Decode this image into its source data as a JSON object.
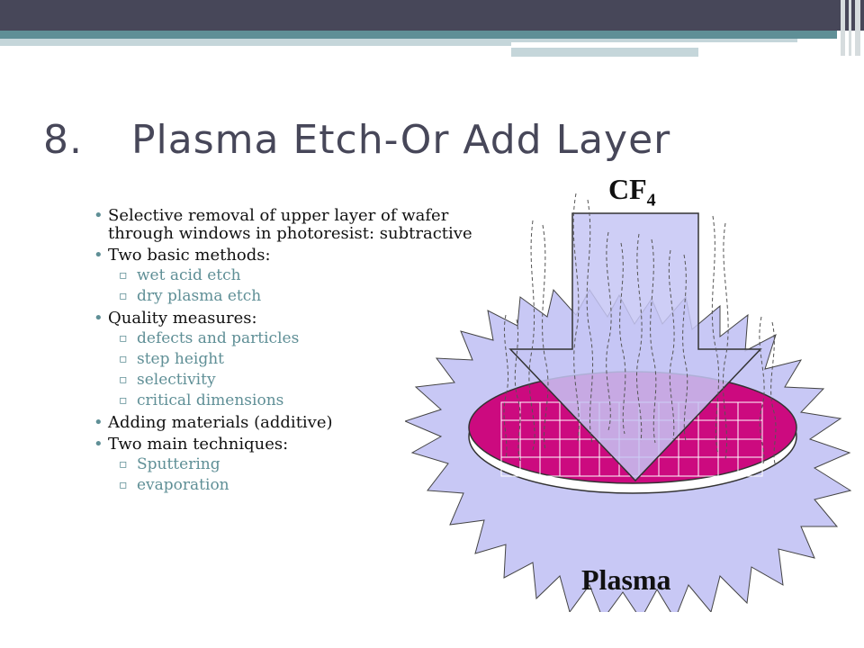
{
  "slide": {
    "number": "8.",
    "title": "Plasma Etch-Or Add Layer"
  },
  "bullets": [
    {
      "level": 1,
      "text": "Selective removal of upper layer of wafer through windows in photoresist: subtractive"
    },
    {
      "level": 1,
      "text": "Two basic methods:"
    },
    {
      "level": 2,
      "text": "wet acid etch"
    },
    {
      "level": 2,
      "text": "dry plasma etch"
    },
    {
      "level": 1,
      "text": "Quality measures:"
    },
    {
      "level": 2,
      "text": "defects and particles"
    },
    {
      "level": 2,
      "text": "step height"
    },
    {
      "level": 2,
      "text": "selectivity"
    },
    {
      "level": 2,
      "text": "critical dimensions"
    },
    {
      "level": 1,
      "text": "Adding materials (additive)"
    },
    {
      "level": 1,
      "text": "Two main techniques:"
    },
    {
      "level": 2,
      "text": "Sputtering"
    },
    {
      "level": 2,
      "text": "evaporation"
    }
  ],
  "diagram": {
    "gas_label_main": "CF",
    "gas_label_sub": "4",
    "plasma_label": "Plasma"
  },
  "colors": {
    "header_dark": "#474759",
    "accent_teal": "#5f8f96",
    "plasma_lavender": "#c8c8f5",
    "wafer_magenta": "#cc0a7f"
  }
}
